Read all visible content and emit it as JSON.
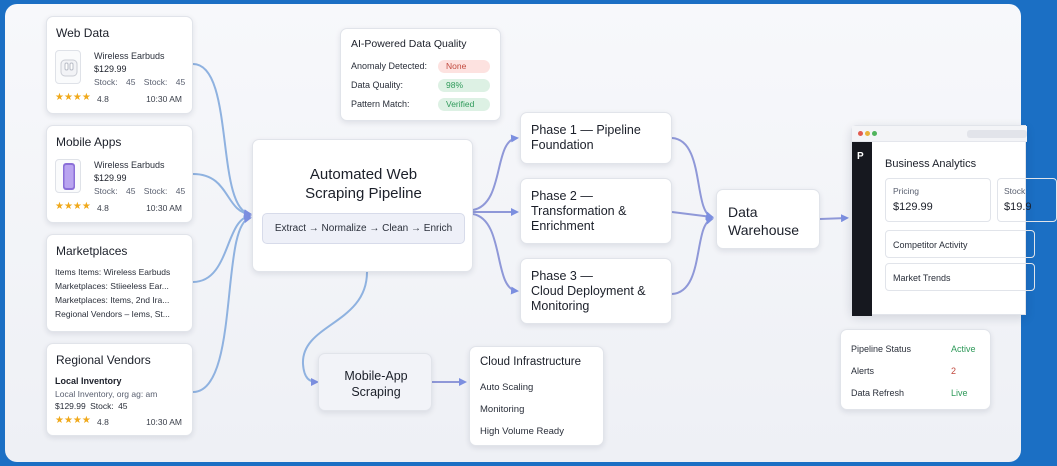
{
  "colors": {
    "frame": "#1b6fc4",
    "connector": "#7aa3d6",
    "star": "#f0a91b",
    "status_green": "#2f9a5a",
    "status_red": "#c24a3f",
    "pill_red_bg": "#fde2e0",
    "pill_green_bg": "#ddf1e4"
  },
  "sources": {
    "web": {
      "title": "Web Data",
      "icon": "earbuds-icon",
      "product": "Wireless Earbuds",
      "price": "$129.99",
      "stock": "Stock: 45 Stock: 45",
      "stars": "★★★★",
      "rating": "4.8",
      "time": "10:30 AM"
    },
    "mobile": {
      "title": "Mobile Apps",
      "icon": "phone-icon",
      "product": "Wireless Earbuds",
      "price": "$129.99",
      "stock": "Stock: 45 Stock: 45",
      "stars": "★★★★",
      "rating": "4.8",
      "time": "10:30 AM"
    },
    "marketplaces": {
      "title": "Marketplaces",
      "lines": [
        "Items Items: Wireless Earbuds",
        "Marketplaces: Stiieeless Ear...",
        "Marketplaces: Items, 2nd Ira...",
        "Regional Vendors – Iems, St..."
      ]
    },
    "regional": {
      "title": "Regional Vendors",
      "heading": "Local Inventory",
      "sub": "Local Inventory, org ag: am",
      "price_stock": "$129.99  Stock: 45",
      "stars": "★★★★",
      "rating": "4.8",
      "time": "10:30 AM"
    }
  },
  "quality": {
    "title": "AI-Powered Data Quality",
    "rows": [
      {
        "label": "Anomaly Detected:",
        "value": "None"
      },
      {
        "label": "Data Quality:",
        "value": "98%"
      },
      {
        "label": "Pattern Match:",
        "value": "Verified"
      }
    ]
  },
  "pipeline": {
    "title_line1": "Automated Web",
    "title_line2": "Scraping Pipeline",
    "steps": "Extract → Normalize → Clean → Enrich"
  },
  "phases": [
    {
      "line1": "Phase 1 — Pipeline",
      "line2": "Foundation",
      "line3": ""
    },
    {
      "line1": "Phase 2 —",
      "line2": "Transformation &",
      "line3": "Enrichment"
    },
    {
      "line1": "Phase 3 —",
      "line2": "Cloud Deployment &",
      "line3": "Monitoring"
    }
  ],
  "warehouse": {
    "line1": "Data",
    "line2": "Warehouse"
  },
  "mobile_scraping": {
    "line1": "Mobile-App",
    "line2": "Scraping"
  },
  "cloud": {
    "title": "Cloud Infrastructure",
    "items": [
      "Auto Scaling",
      "Monitoring",
      "High Volume Ready"
    ]
  },
  "analytics": {
    "logo": "P",
    "title": "Business Analytics",
    "pricing_label": "Pricing",
    "pricing_value": "$129.99",
    "stock_label": "Stock",
    "stock_value": "$19.9",
    "competitor": "Competitor Activity",
    "trends": "Market Trends"
  },
  "status": {
    "rows": [
      {
        "label": "Pipeline Status",
        "value": "Active"
      },
      {
        "label": "Alerts",
        "value": "2"
      },
      {
        "label": "Data Refresh",
        "value": "Live"
      }
    ]
  }
}
